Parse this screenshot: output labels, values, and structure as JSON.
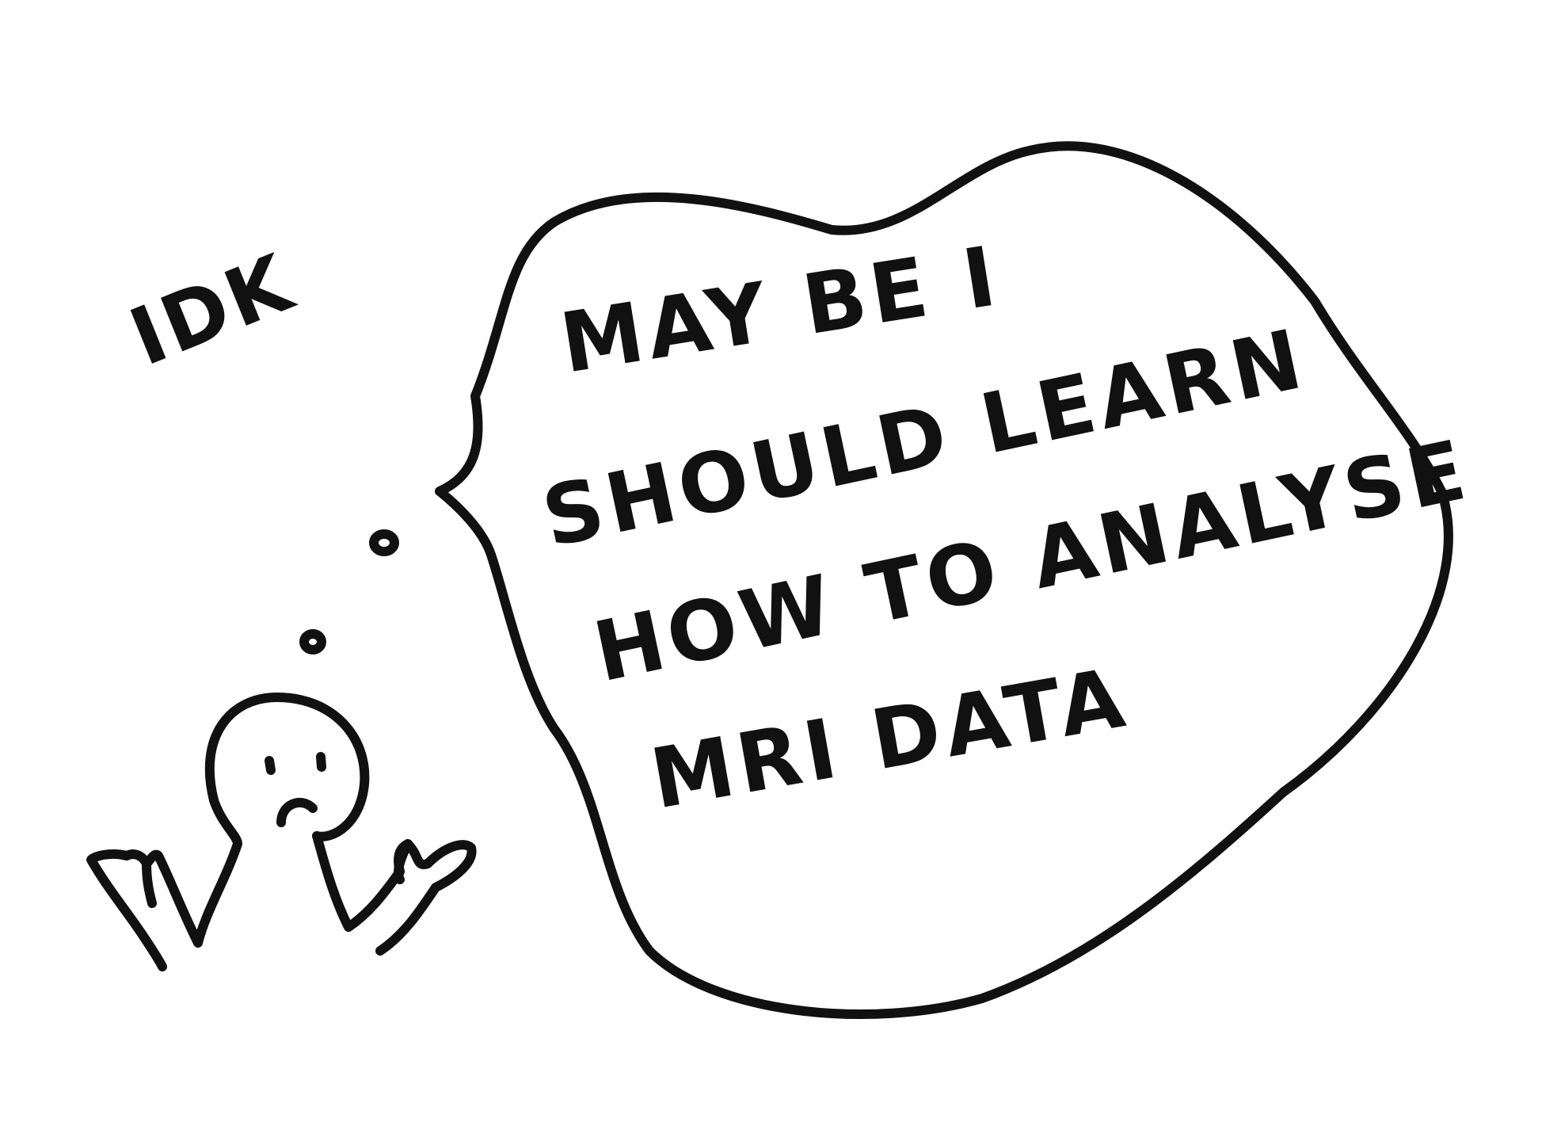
{
  "colors": {
    "background": "#ffffff",
    "ink": "#111111"
  },
  "idk_label": "IDK",
  "thought": {
    "line1": "MAY BE I",
    "line2": "SHOULD LEARN",
    "line3": "HOW TO ANALYSE",
    "line4": "MRI  DATA"
  },
  "icons": {
    "figure": "shrugging-stick-figure",
    "bubble": "thought-bubble"
  }
}
